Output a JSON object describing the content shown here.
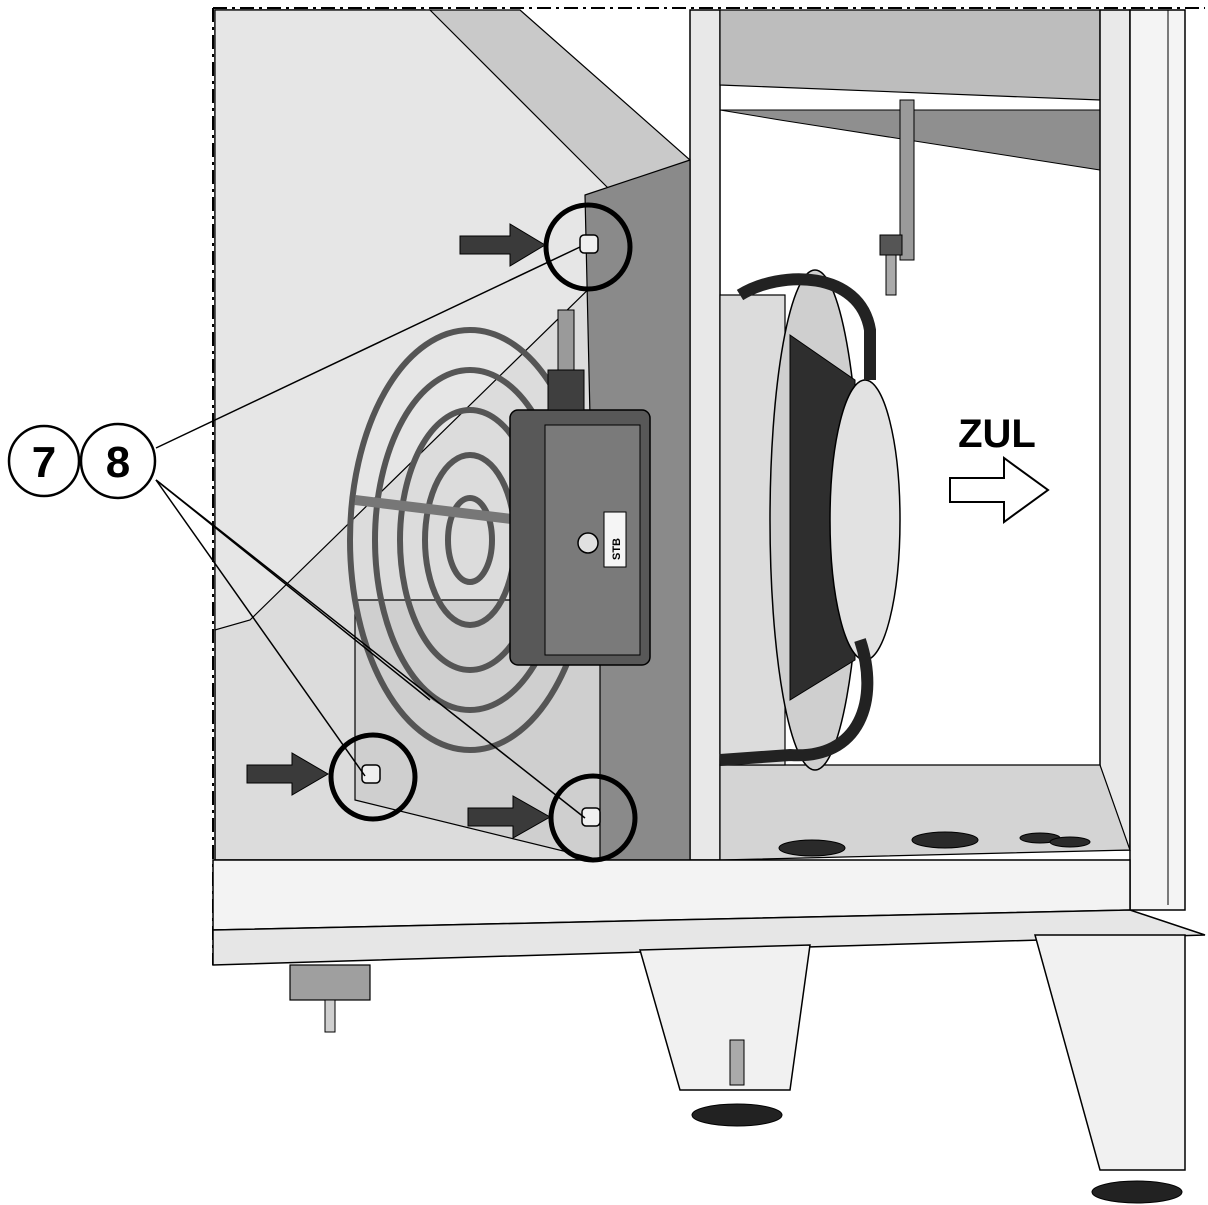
{
  "callouts": [
    {
      "label": "7"
    },
    {
      "label": "8"
    }
  ],
  "airflow_label": "ZUL",
  "thermostat_label": "STB",
  "colors": {
    "outline": "#000000",
    "panel_light": "#d9d9d9",
    "panel_mid": "#a8a8a8",
    "panel_dark": "#6e6e6e",
    "arrow_fill": "#3a3a3a"
  }
}
